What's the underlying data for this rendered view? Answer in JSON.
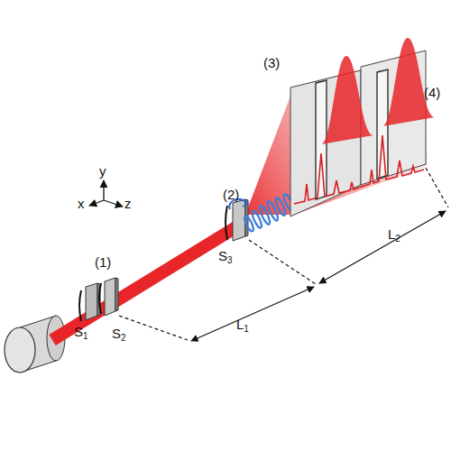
{
  "diagram": {
    "labels": [
      "(1)",
      "(2)",
      "(3)",
      "(4)",
      "S1",
      "S2",
      "S3",
      "L1",
      "L2",
      "x",
      "y",
      "z"
    ]
  }
}
